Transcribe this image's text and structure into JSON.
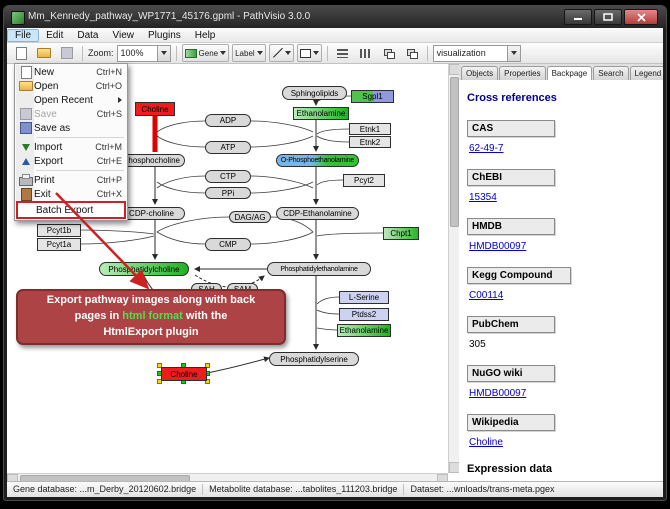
{
  "window": {
    "title": "Mm_Kennedy_pathway_WP1771_45176.gpml - PathVisio 3.0.0"
  },
  "menu_bar": {
    "items": [
      "File",
      "Edit",
      "Data",
      "View",
      "Plugins",
      "Help"
    ],
    "active": "File"
  },
  "file_menu": {
    "items": [
      {
        "label": "New",
        "shortcut": "Ctrl+N"
      },
      {
        "label": "Open",
        "shortcut": "Ctrl+O"
      },
      {
        "label": "Open Recent",
        "shortcut": ""
      },
      {
        "label": "Save",
        "shortcut": "Ctrl+S"
      },
      {
        "label": "Save as",
        "shortcut": ""
      },
      {
        "label": "Import",
        "shortcut": "Ctrl+M"
      },
      {
        "label": "Export",
        "shortcut": "Ctrl+E"
      },
      {
        "label": "Print",
        "shortcut": "Ctrl+P"
      },
      {
        "label": "Exit",
        "shortcut": "Ctrl+X"
      },
      {
        "label": "Batch Export",
        "shortcut": ""
      }
    ]
  },
  "toolbar": {
    "zoom_label": "Zoom:",
    "zoom_value": "100%",
    "datanode_button": "Gene",
    "label_button": "Label",
    "visualization_value": "visualization"
  },
  "pathway": {
    "nodes": [
      {
        "label": "Sphingolipids"
      },
      {
        "label": "Sgpl1"
      },
      {
        "label": "Choline"
      },
      {
        "label": "Ethanolamine"
      },
      {
        "label": "ADP"
      },
      {
        "label": "Etnk1"
      },
      {
        "label": "Etnk2"
      },
      {
        "label": "ATP"
      },
      {
        "label": "Phosphocholine"
      },
      {
        "label": "O-Phosphoethanolamine"
      },
      {
        "label": "CTP"
      },
      {
        "label": "Pcyt2"
      },
      {
        "label": "PPi"
      },
      {
        "label": "CDP-choline"
      },
      {
        "label": "DAG/AG"
      },
      {
        "label": "CDP-Ethanolamine"
      },
      {
        "label": "Chpt1"
      },
      {
        "label": "Pcyt1b"
      },
      {
        "label": "Pcyt1a"
      },
      {
        "label": "CMP"
      },
      {
        "label": "Phosphatidylcholine"
      },
      {
        "label": "Phosphatidylethanolamine"
      },
      {
        "label": "SAH"
      },
      {
        "label": "SAM"
      },
      {
        "label": "L-Serine"
      },
      {
        "label": "Ptdss2"
      },
      {
        "label": "Ethanolamine"
      },
      {
        "label": "Phosphatidylserine"
      },
      {
        "label": "Choline"
      }
    ]
  },
  "annotation": {
    "line1": "Export pathway images along with back",
    "line2_pre": "pages in ",
    "line2_highlight": "html format",
    "line2_post": " with the",
    "line3": "HtmlExport plugin"
  },
  "side_panel": {
    "tabs": [
      "Objects",
      "Properties",
      "Backpage",
      "Search",
      "Legend"
    ],
    "active_tab": "Backpage",
    "heading": "Cross references",
    "sections": [
      {
        "name": "CAS",
        "value": "62-49-7"
      },
      {
        "name": "ChEBI",
        "value": "15354"
      },
      {
        "name": "HMDB",
        "value": "HMDB00097"
      },
      {
        "name": "Kegg Compound",
        "value": "C00114"
      },
      {
        "name": "PubChem",
        "value": "305"
      },
      {
        "name": "NuGO wiki",
        "value": "HMDB00097"
      },
      {
        "name": "Wikipedia",
        "value": "Choline"
      }
    ],
    "footer_heading": "Expression data"
  },
  "status_bar": {
    "gene_db": "Gene database: ...m_Derby_20120602.bridge",
    "metabolite_db": "Metabolite database: ...tabolites_111203.bridge",
    "dataset": "Dataset: ...wnloads/trans-meta.pgex"
  },
  "colors": {
    "annotation_bg": "#ad4345",
    "annotation_highlight": "#4ee04e",
    "node_red": "#ee1c1c",
    "node_green": "#1db41d",
    "link_blue": "#0000cc",
    "tutorial_red": "#cc2222"
  }
}
